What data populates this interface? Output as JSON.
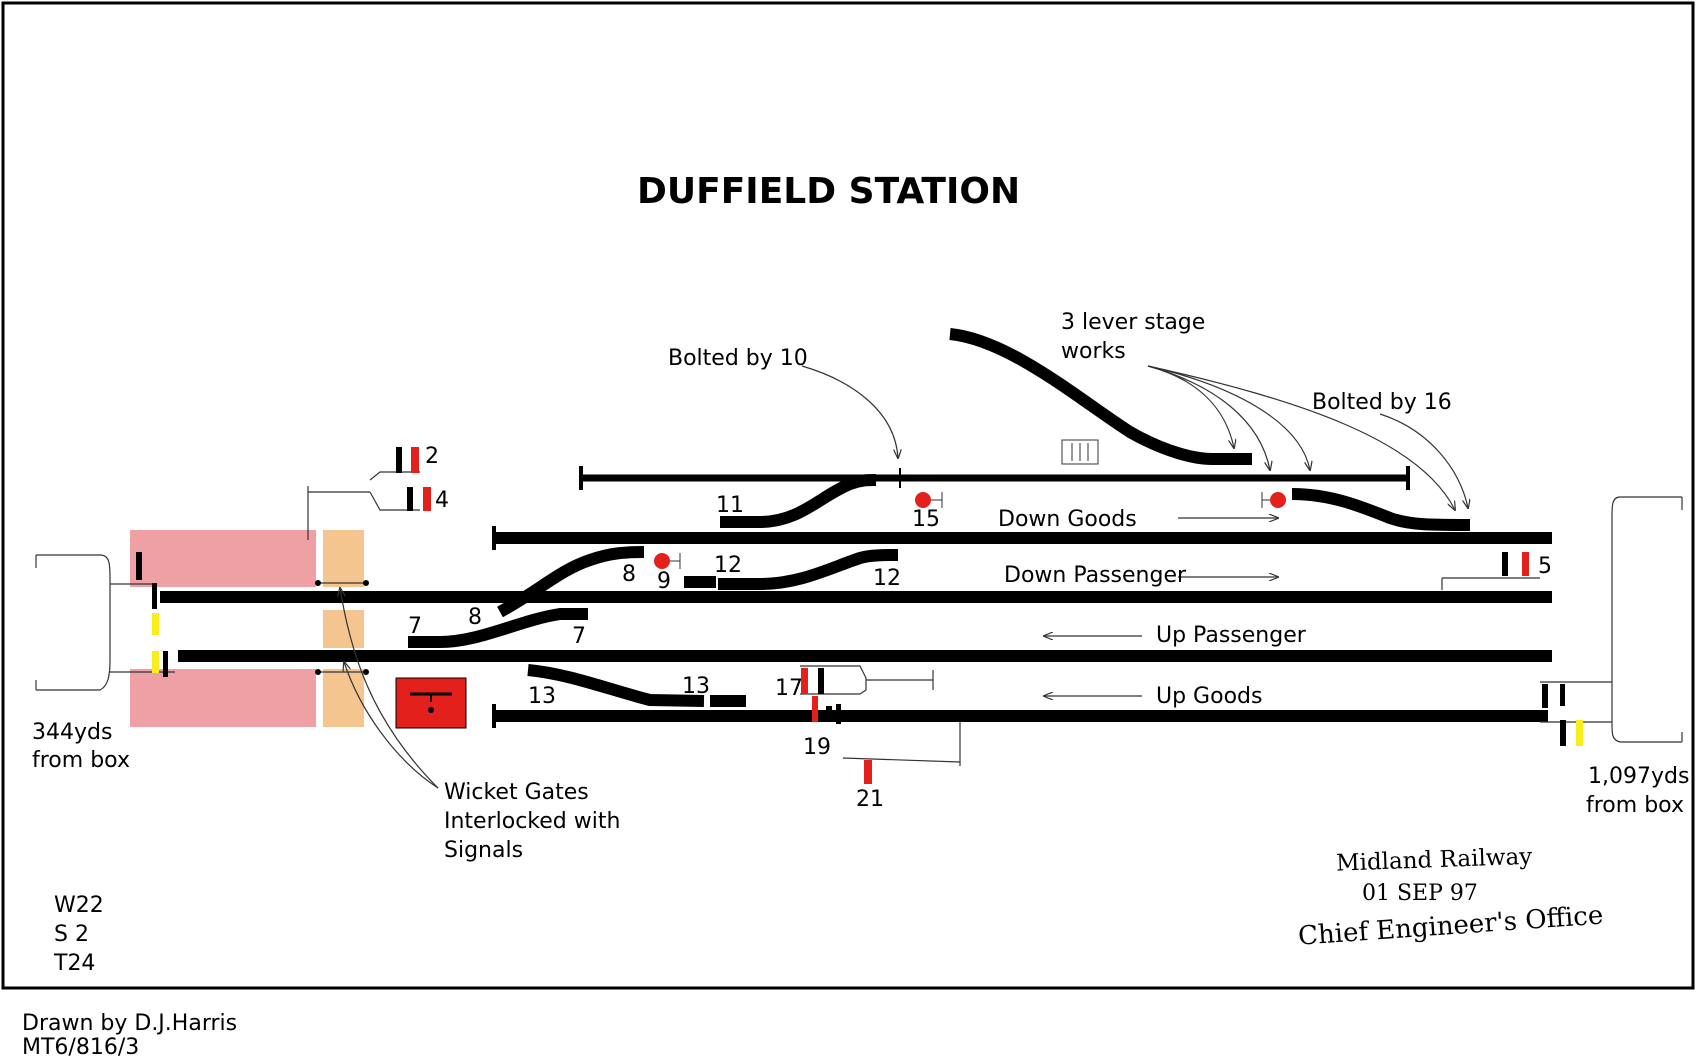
{
  "title": "DUFFIELD STATION",
  "colors": {
    "track": "#000000",
    "signal_red": "#e4201c",
    "signal_yellow": "#f7ee1b",
    "platform": "#efa0a4",
    "crossing": "#f5c590",
    "disc_red": "#e4201c"
  },
  "lines": {
    "down_goods": "Down Goods",
    "down_passenger": "Down Passenger",
    "up_passenger": "Up Passenger",
    "up_goods": "Up Goods"
  },
  "notes": {
    "bolted_10": "Bolted by 10",
    "bolted_16": "Bolted by 16",
    "stage_line1": "3 lever stage",
    "stage_line2": "works",
    "wicket_line1": "Wicket Gates",
    "wicket_line2": "Interlocked with",
    "wicket_line3": "Signals",
    "left_dist_line1": "344yds",
    "left_dist_line2": "from box",
    "right_dist_line1": "1,097yds",
    "right_dist_line2": "from box"
  },
  "levers": {
    "n2": "2",
    "n4": "4",
    "n5": "5",
    "n7a": "7",
    "n7b": "7",
    "n8a": "8",
    "n8b": "8",
    "n9": "9",
    "n11": "11",
    "n12a": "12",
    "n12b": "12",
    "n13a": "13",
    "n13b": "13",
    "n15": "15",
    "n17": "17",
    "n19": "19",
    "n21": "21"
  },
  "codes": {
    "w": "W22",
    "s": "S 2",
    "t": "T24"
  },
  "stamp": {
    "line1": "Midland Railway",
    "line2": "01 SEP 97",
    "line3": "Chief Engineer's Office"
  },
  "footer": {
    "drawn_by": "Drawn by D.J.Harris",
    "ref": "MT6/816/3"
  }
}
